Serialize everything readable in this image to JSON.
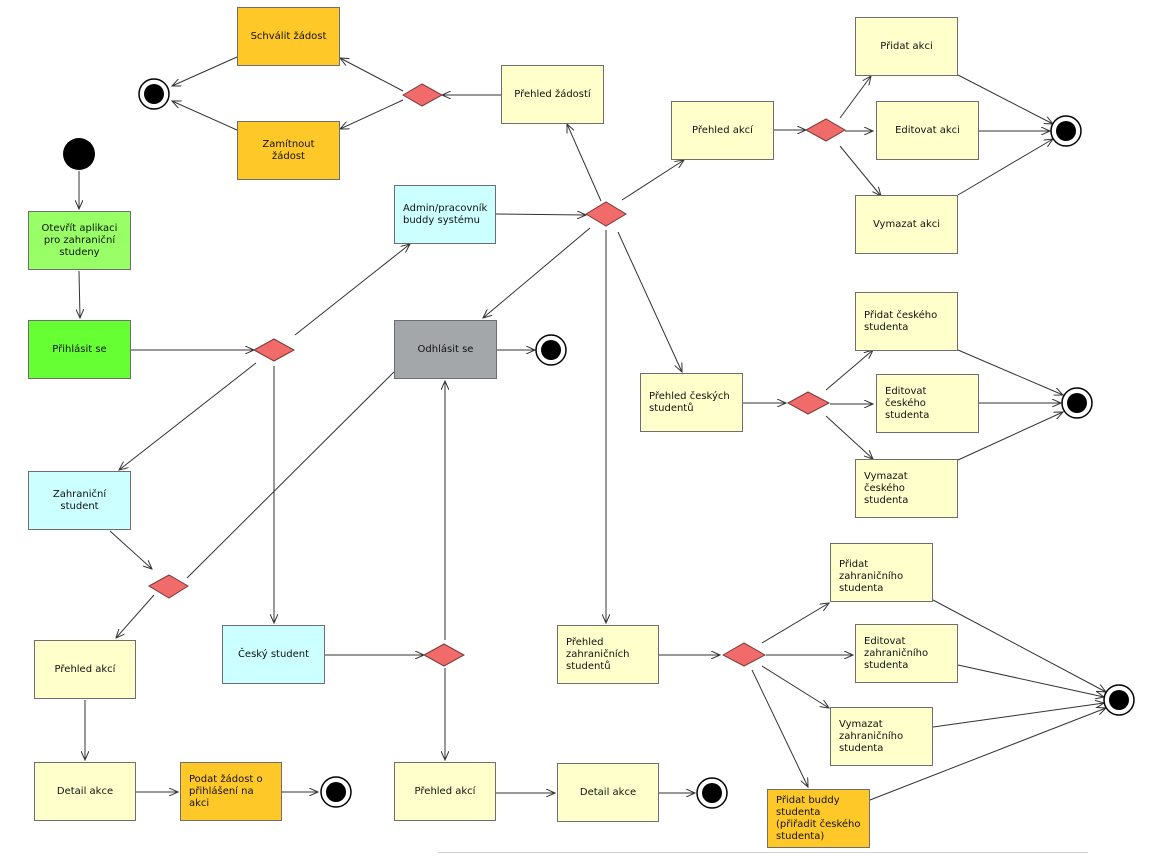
{
  "nodes": {
    "schvalit_zadost": "Schválit žádost",
    "zamitnout_zadost": "Zamítnout žádost",
    "prehled_zadosti": "Přehled žádostí",
    "pridat_akci": "Přidat akci",
    "prehled_akci_admin": "Přehled akcí",
    "editovat_akci": "Editovat akci",
    "vymazat_akci": "Vymazat akci",
    "otevrit_aplikaci": "Otevřít aplikaci pro zahraniční studeny",
    "admin_pracovnik": "Admin/pracovník buddy systému",
    "prihlasit_se": "Přihlásit se",
    "odhlasit_se": "Odhlásit se",
    "pridat_ceskeho_studenta": "Přidat českého studenta",
    "prehled_ceskych_studentu": "Přehled českých studentů",
    "editovat_ceskeho_studenta": "Editovat českého studenta",
    "vymazat_ceskeho_studenta": "Vymazat českého studenta",
    "zahranicni_student": "Zahraniční student",
    "pridat_zahranicniho_studenta": "Přidat zahraničního studenta",
    "prehled_akci_zahranicni": "Přehled akcí",
    "cesky_student": "Český student",
    "prehled_zahranicnich_studentu": "Přehled zahraničních studentů",
    "editovat_zahranicniho_studenta": "Editovat zahraničního studenta",
    "vymazat_zahranicniho_studenta": "Vymazat zahraničního studenta",
    "detail_akce_zahranicni": "Detail akce",
    "podat_zadost": "Podat žádost o přihlášení na akci",
    "prehled_akci_cesky": "Přehled akcí",
    "detail_akce_cesky": "Detail akce",
    "pridat_buddy_studenta": "Přidat buddy studenta (přiřadit českého studenta)"
  },
  "colors": {
    "action_default": "#ffffcc",
    "action_admin_decision": "#ffc829",
    "start_actions": "#99ff66",
    "login": "#66ff33",
    "role": "#ccffff",
    "logout": "#a3a7aa",
    "decision": "#f26b6b",
    "node_border": "#6e6e6e",
    "edge": "#333333"
  }
}
